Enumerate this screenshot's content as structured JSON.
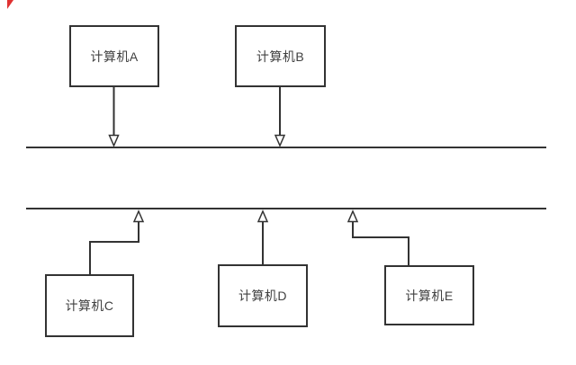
{
  "nodes": [
    {
      "id": "computer-a",
      "label": "计算机A"
    },
    {
      "id": "computer-b",
      "label": "计算机B"
    },
    {
      "id": "computer-c",
      "label": "计算机C"
    },
    {
      "id": "computer-d",
      "label": "计算机D"
    },
    {
      "id": "computer-e",
      "label": "计算机E"
    }
  ],
  "buses": [
    {
      "id": "bus-top"
    },
    {
      "id": "bus-bottom"
    }
  ],
  "edges": [
    {
      "from": "computer-a",
      "to": "bus-top",
      "arrow_direction": "down",
      "arrow_style": "hollow-triangle",
      "path": "straight"
    },
    {
      "from": "computer-b",
      "to": "bus-top",
      "arrow_direction": "down",
      "arrow_style": "hollow-triangle",
      "path": "straight"
    },
    {
      "from": "computer-c",
      "to": "bus-bottom",
      "arrow_direction": "up",
      "arrow_style": "hollow-triangle",
      "path": "elbow-right"
    },
    {
      "from": "computer-d",
      "to": "bus-bottom",
      "arrow_direction": "up",
      "arrow_style": "hollow-triangle",
      "path": "straight"
    },
    {
      "from": "computer-e",
      "to": "bus-bottom",
      "arrow_direction": "up",
      "arrow_style": "hollow-triangle",
      "path": "elbow-left"
    }
  ],
  "colors": {
    "stroke": "#333333",
    "text": "#404040",
    "background": "#ffffff",
    "corner_mark": "#e03131"
  }
}
